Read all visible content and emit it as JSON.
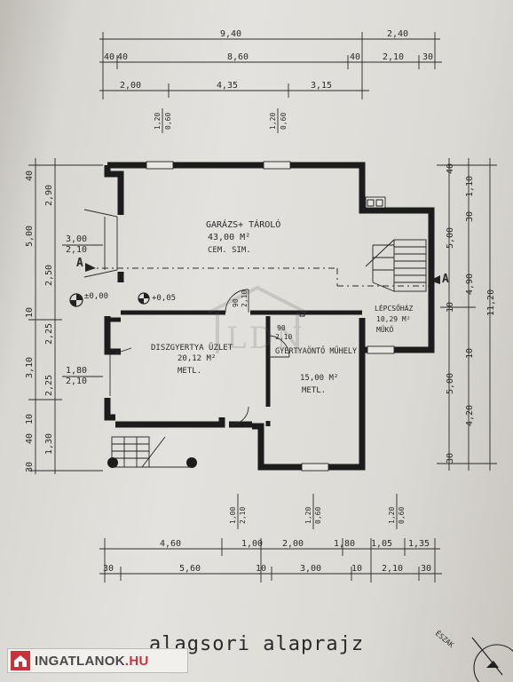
{
  "plan": {
    "title": "alagsori alaprajz",
    "north_label": "ÉSZAK",
    "dims_top": {
      "row1": [
        "9,40",
        "2,40"
      ],
      "row2": [
        "40",
        "40",
        "8,60",
        "40",
        "2,10",
        "30"
      ],
      "row3": [
        "2,00",
        "4,35",
        "3,15"
      ]
    },
    "dims_bottom": {
      "row1": [
        "4,60",
        "1,00",
        "2,00",
        "1,80",
        "1,05",
        "1,35"
      ],
      "row2": [
        "30",
        "5,60",
        "10",
        "3,00",
        "10",
        "2,10",
        "30"
      ]
    },
    "dims_left": [
      "40",
      "2,90",
      "5,00",
      "2,50",
      "10",
      "2,25",
      "3,10",
      "2,25",
      "10",
      "40",
      "1,30",
      "30"
    ],
    "dims_right": [
      "40",
      "1,10",
      "30",
      "5,00",
      "4,90",
      "11,20",
      "10",
      "10",
      "5,00",
      "4,20",
      "30"
    ],
    "window_tags": {
      "top": [
        {
          "a": "1,20",
          "b": "0,60"
        },
        {
          "a": "1,20",
          "b": "0,60"
        }
      ],
      "bottom": [
        {
          "a": "1,00",
          "b": "2,10"
        },
        {
          "a": "1,20",
          "b": "0,60"
        },
        {
          "a": "1,20",
          "b": "0,60"
        }
      ],
      "mid_door": {
        "a": "90",
        "b": "2,10"
      },
      "inner_door": {
        "a": "90",
        "b": "2,10"
      },
      "left_top": {
        "a": "3,00",
        "b": "2,10"
      },
      "left_bottom": {
        "a": "1,80",
        "b": "2,10"
      }
    },
    "levels": [
      "±0,00",
      "+0,05"
    ],
    "section_marker": "A",
    "rooms": [
      {
        "name": "GARÁZS+ TÁROLÓ",
        "area": "43,00 M²",
        "floor": "CEM. SIM."
      },
      {
        "name": "DISZGYERTYA ÜZLET",
        "area": "20,12 M²",
        "floor": "METL."
      },
      {
        "name": "GYERTYAÖNTŐ MŰHELY",
        "area": "15,00 M²",
        "floor": "METL."
      },
      {
        "name": "LÉPCSŐHÁZ",
        "area": "10,29 M²",
        "floor": "MŰKŐ"
      }
    ]
  },
  "watermark": "LDN",
  "brand": {
    "prefix": "INGATLANOK",
    "suffix": ".HU"
  }
}
